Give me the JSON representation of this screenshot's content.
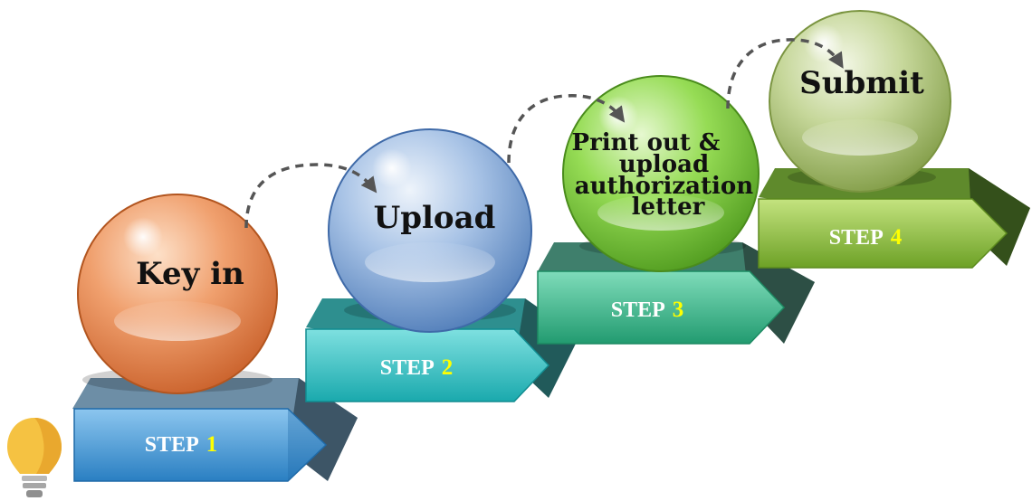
{
  "diagram": {
    "steps": [
      {
        "word": "STEP",
        "number": "1",
        "action": [
          "Key in"
        ],
        "sphere_color": "#e8905a"
      },
      {
        "word": "STEP",
        "number": "2",
        "action": [
          "Upload"
        ],
        "sphere_color": "#8fb2de"
      },
      {
        "word": "STEP",
        "number": "3",
        "action": [
          "Print out &",
          "upload",
          "authorization",
          "letter"
        ],
        "sphere_color": "#8cd44e"
      },
      {
        "word": "STEP",
        "number": "4",
        "action": [
          "Submit"
        ],
        "sphere_color": "#b7cc7a"
      }
    ],
    "colors": {
      "step_1_block": "#3d96d8",
      "step_2_block": "#2ec2c4",
      "step_3_block": "#35b98a",
      "step_4_block": "#8fc03c",
      "step_number": "#ffff00",
      "connector": "#555555",
      "bulb": "#f5c242"
    },
    "decorations": [
      "lightbulb-icon"
    ]
  }
}
